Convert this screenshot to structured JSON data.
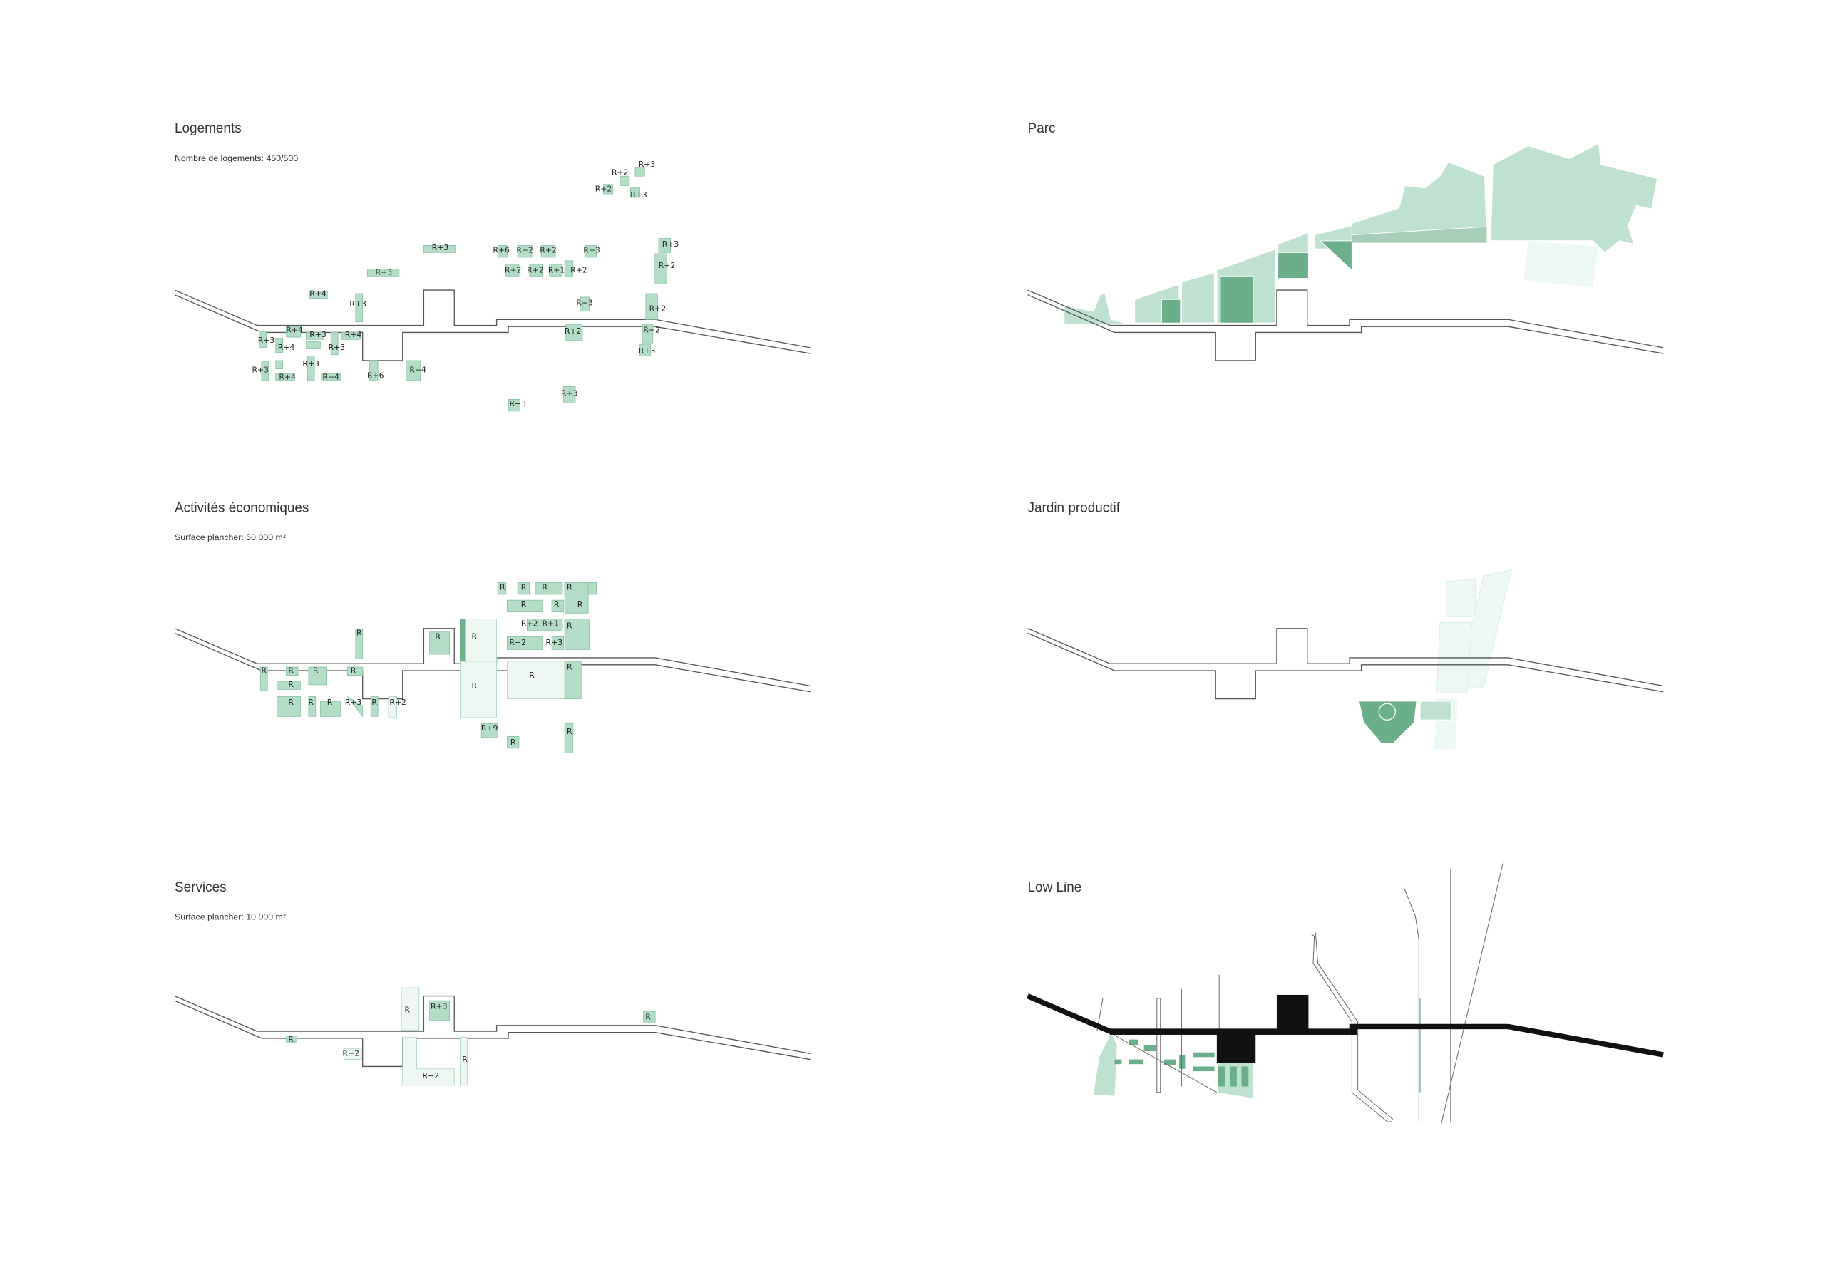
{
  "panels": {
    "logements": {
      "title": "Logements",
      "subtitle": "Nombre de logements: 450/500",
      "labels": [
        "R+3",
        "R+2",
        "R+2",
        "R+3",
        "R+3",
        "R+6",
        "R+2",
        "R+2",
        "R+3",
        "R+3",
        "R+2",
        "R+3",
        "R+2",
        "R+2",
        "R+1",
        "R+2",
        "R+4",
        "R+3",
        "R+3",
        "R+2",
        "R+4",
        "R+3",
        "R+3",
        "R+4",
        "R+4",
        "R+3",
        "R+2",
        "R+2",
        "R+3",
        "R+3",
        "R+3",
        "R+4",
        "R+4",
        "R+6",
        "R+4",
        "R+3",
        "R+3"
      ]
    },
    "activites": {
      "title": "Activités économiques",
      "subtitle": "Surface plancher: 50 000 m²",
      "labels": [
        "R",
        "R",
        "R",
        "R",
        "R",
        "R",
        "R+2",
        "R+1",
        "R",
        "R+2",
        "R+3",
        "R",
        "R",
        "R",
        "R",
        "R",
        "R",
        "R",
        "R",
        "R",
        "R",
        "R",
        "R",
        "R+3",
        "R",
        "R+2",
        "R",
        "R",
        "R",
        "R+9",
        "R",
        "R"
      ]
    },
    "services": {
      "title": "Services",
      "subtitle": "Surface plancher: 10 000 m²",
      "labels": [
        "R",
        "R+3",
        "R",
        "R+2",
        "R+2",
        "R",
        "R"
      ]
    },
    "parc": {
      "title": "Parc"
    },
    "jardin": {
      "title": "Jardin productif"
    },
    "lowline": {
      "title": "Low Line"
    }
  },
  "colors": {
    "green": "#b3ddc7",
    "dark_green": "#6aae8a",
    "light_green": "#eef7f2",
    "road": "#555555",
    "lowline": "#111111"
  }
}
